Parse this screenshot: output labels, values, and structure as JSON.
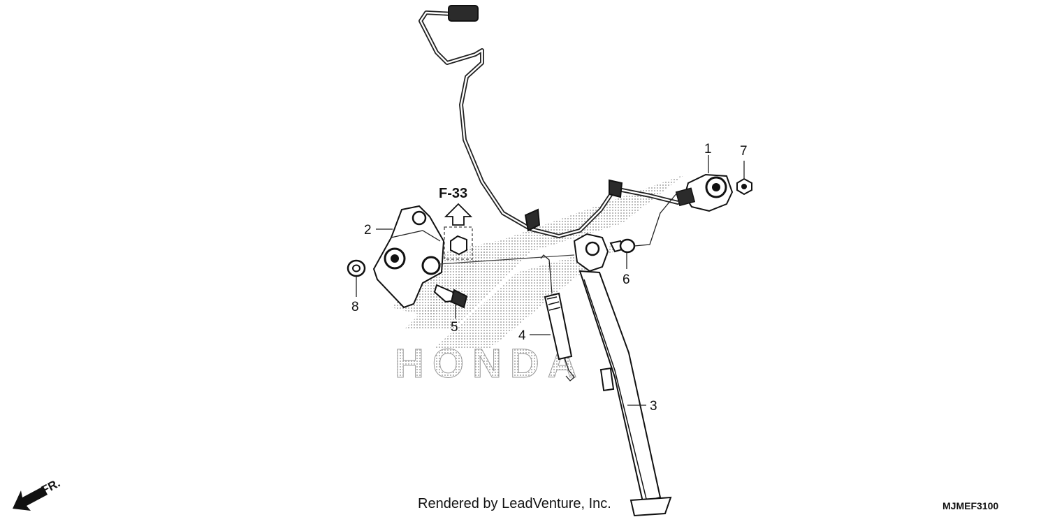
{
  "diagram": {
    "reference_label": "F-33",
    "watermark_text": "HONDA",
    "front_label": "FR.",
    "callouts": [
      {
        "id": "1",
        "part": "sidestand-switch"
      },
      {
        "id": "2",
        "part": "bracket"
      },
      {
        "id": "3",
        "part": "side-stand"
      },
      {
        "id": "4",
        "part": "spring"
      },
      {
        "id": "5",
        "part": "bolt"
      },
      {
        "id": "6",
        "part": "bolt"
      },
      {
        "id": "7",
        "part": "nut"
      },
      {
        "id": "8",
        "part": "washer"
      }
    ]
  },
  "footer": {
    "credit": "Rendered by LeadVenture, Inc.",
    "diagram_code": "MJMEF3100"
  },
  "colors": {
    "line": "#111111",
    "watermark_dots": "#8a8a8a",
    "background": "#ffffff"
  }
}
